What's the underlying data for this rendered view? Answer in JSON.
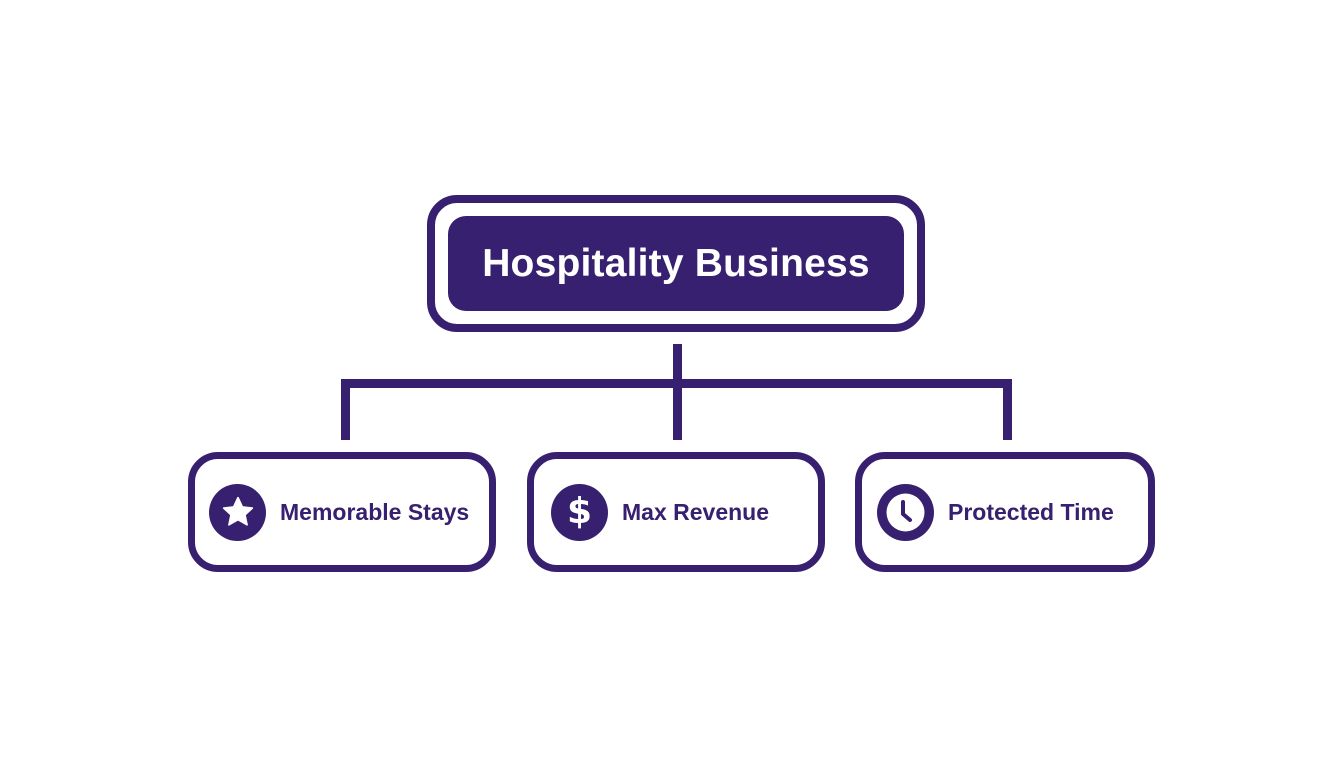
{
  "diagram": {
    "type": "hierarchy",
    "root": {
      "label": "Hospitality Business"
    },
    "children": [
      {
        "label": "Memorable Stays",
        "icon": "star-icon"
      },
      {
        "label": "Max Revenue",
        "icon": "dollar-icon"
      },
      {
        "label": "Protected Time",
        "icon": "clock-icon"
      }
    ],
    "colors": {
      "primary": "#36206f",
      "background": "#ffffff",
      "root_text": "#ffffff"
    }
  }
}
